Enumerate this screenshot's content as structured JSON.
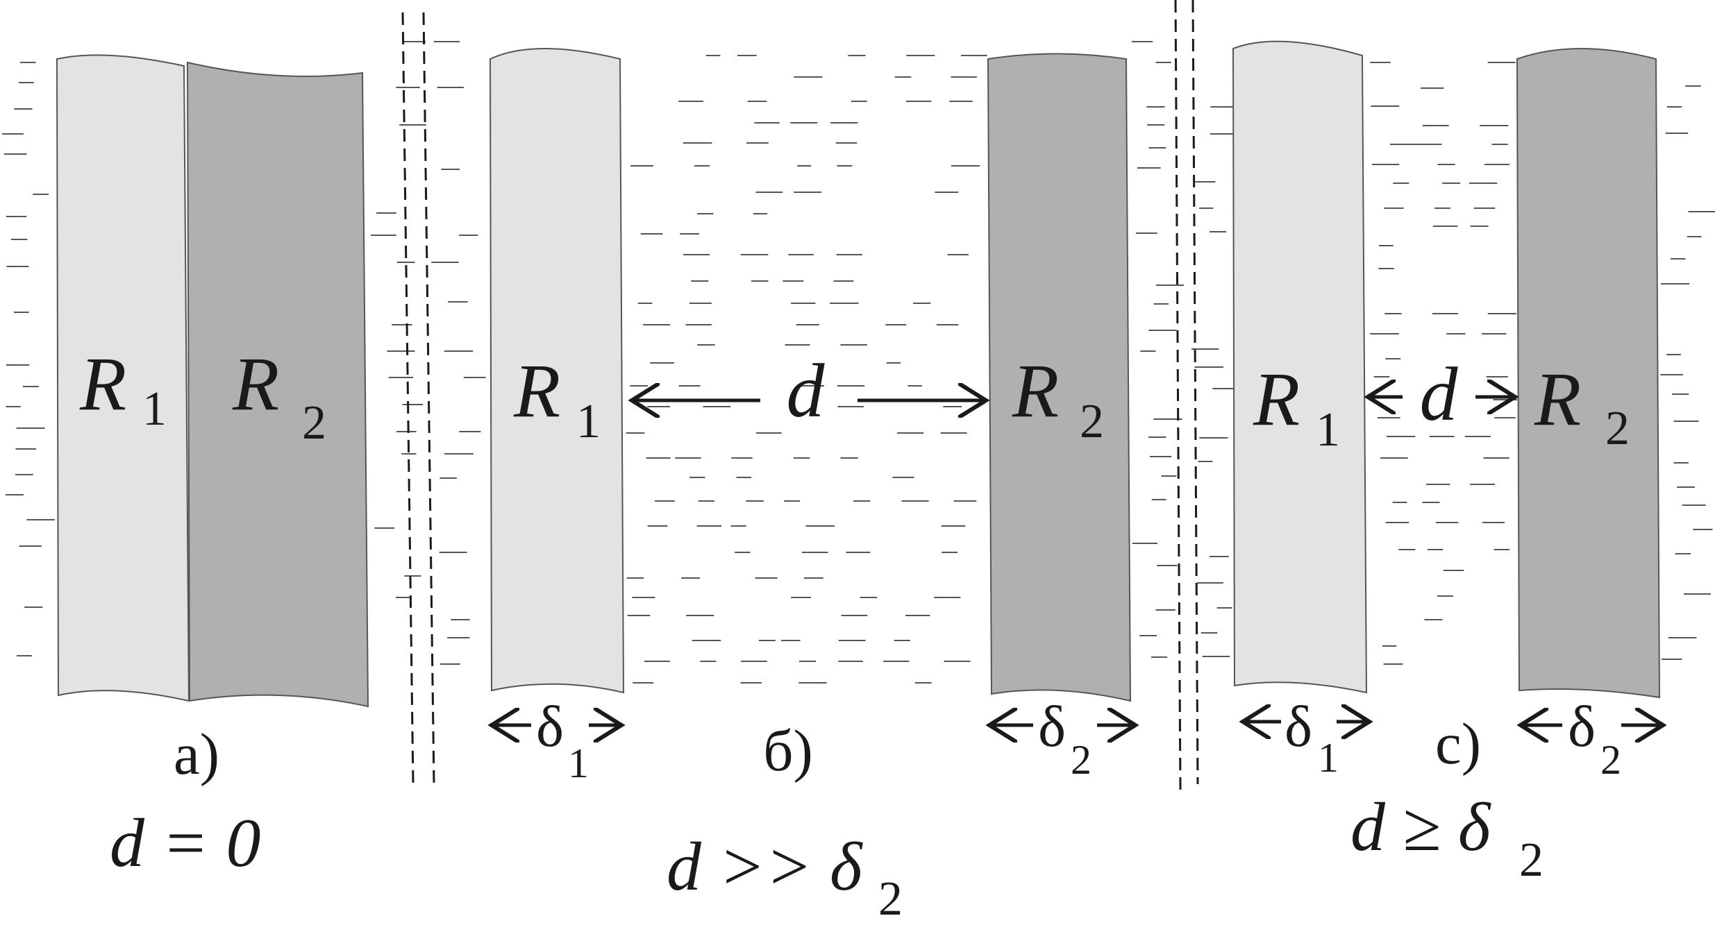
{
  "colors": {
    "light_layer": "#e3e3e3",
    "dark_layer": "#b0b0b0",
    "outline": "#555555",
    "text": "#1a1a1a"
  },
  "panels": [
    {
      "id": "a",
      "caption": "a)",
      "condition": "d = 0",
      "layer1": {
        "label": "R",
        "sub": "1"
      },
      "layer2": {
        "label": "R",
        "sub": "2"
      }
    },
    {
      "id": "b",
      "caption": "б)",
      "condition_main": "d >> δ",
      "condition_sub": "2",
      "layer1": {
        "label": "R",
        "sub": "1",
        "thickness": "δ",
        "thickness_sub": "1"
      },
      "layer2": {
        "label": "R",
        "sub": "2",
        "thickness": "δ",
        "thickness_sub": "2"
      },
      "gap_label": "d"
    },
    {
      "id": "c",
      "caption": "c)",
      "condition_main": "d ≥ δ",
      "condition_sub": "2",
      "layer1": {
        "label": "R",
        "sub": "1",
        "thickness": "δ",
        "thickness_sub": "1"
      },
      "layer2": {
        "label": "R",
        "sub": "2",
        "thickness": "δ",
        "thickness_sub": "2"
      },
      "gap_label": "d"
    }
  ]
}
